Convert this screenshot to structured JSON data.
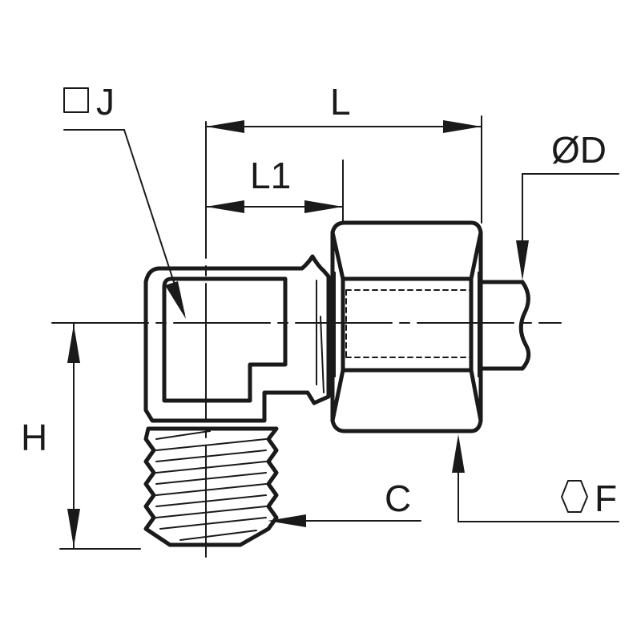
{
  "labels": {
    "j": "J",
    "l": "L",
    "l1": "L1",
    "d": "ØD",
    "h": "H",
    "c": "C",
    "f": "F"
  },
  "icons": {
    "j": "square-icon",
    "f": "hexagon-icon"
  }
}
